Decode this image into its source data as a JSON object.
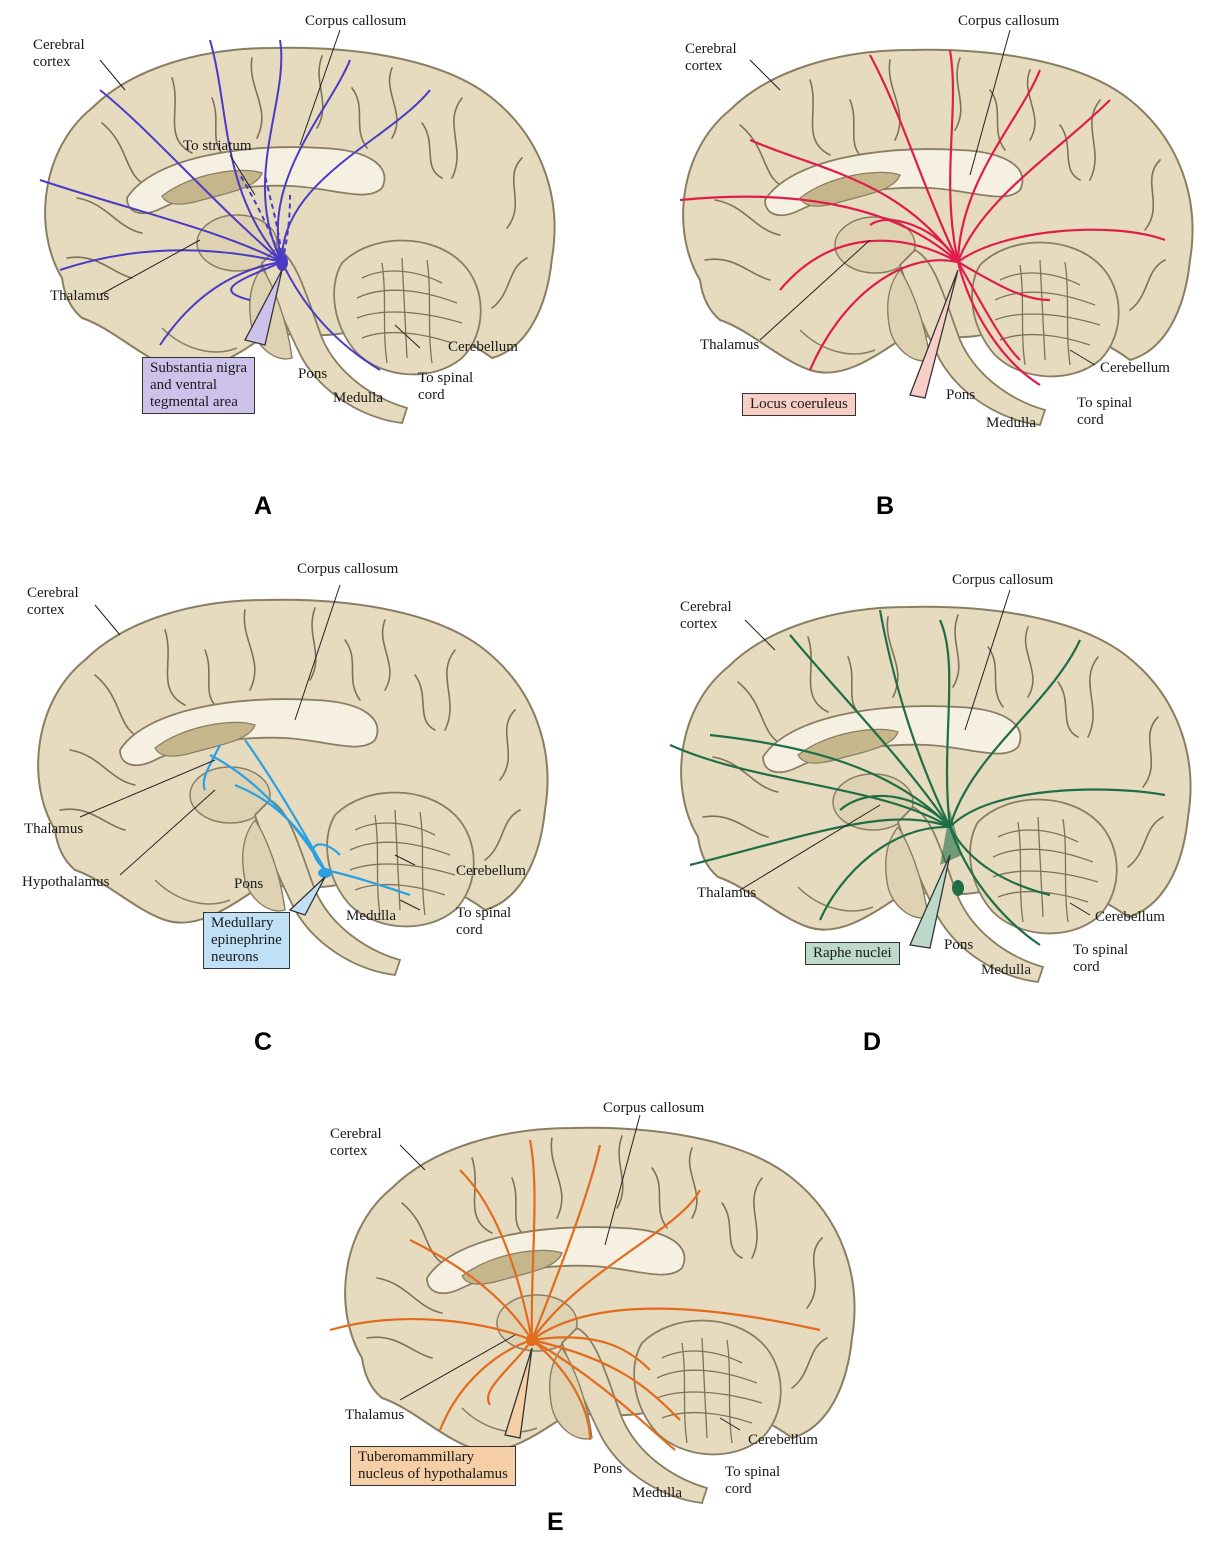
{
  "colors": {
    "brain_fill": "#e6dbbf",
    "brain_outline": "#8a7e62",
    "sulcus": "#7d7257",
    "ventricle": "#c5b68b",
    "panel_a": "#4b3bc4",
    "panel_b": "#e01d4a",
    "panel_c": "#2a9fe2",
    "panel_d": "#1f6e46",
    "panel_e": "#e26b1e",
    "box_a": "#cdc2ea",
    "box_b": "#f7cfc7",
    "box_c": "#bfe0f5",
    "box_d": "#bcd9c9",
    "box_e": "#f6cfa6"
  },
  "panels": [
    {
      "letter": "A",
      "labels": {
        "corpus_callosum": "Corpus callosum",
        "cerebral_cortex": "Cerebral\ncortex",
        "to_striatum": "To striatum",
        "thalamus": "Thalamus",
        "cerebellum": "Cerebellum",
        "pons": "Pons",
        "medulla": "Medulla",
        "to_spinal_cord": "To spinal\ncord"
      },
      "source_box": "Substantia nigra\nand ventral\ntegmental area"
    },
    {
      "letter": "B",
      "labels": {
        "corpus_callosum": "Corpus callosum",
        "cerebral_cortex": "Cerebral\ncortex",
        "thalamus": "Thalamus",
        "cerebellum": "Cerebellum",
        "pons": "Pons",
        "medulla": "Medulla",
        "to_spinal_cord": "To spinal\ncord"
      },
      "source_box": "Locus coeruleus"
    },
    {
      "letter": "C",
      "labels": {
        "corpus_callosum": "Corpus callosum",
        "cerebral_cortex": "Cerebral\ncortex",
        "thalamus": "Thalamus",
        "hypothalamus": "Hypothalamus",
        "cerebellum": "Cerebellum",
        "pons": "Pons",
        "medulla": "Medulla",
        "to_spinal_cord": "To spinal\ncord"
      },
      "source_box": "Medullary\nepinephrine\nneurons"
    },
    {
      "letter": "D",
      "labels": {
        "corpus_callosum": "Corpus callosum",
        "cerebral_cortex": "Cerebral\ncortex",
        "thalamus": "Thalamus",
        "cerebellum": "Cerebellum",
        "pons": "Pons",
        "medulla": "Medulla",
        "to_spinal_cord": "To spinal\ncord"
      },
      "source_box": "Raphe nuclei"
    },
    {
      "letter": "E",
      "labels": {
        "corpus_callosum": "Corpus callosum",
        "cerebral_cortex": "Cerebral\ncortex",
        "thalamus": "Thalamus",
        "cerebellum": "Cerebellum",
        "pons": "Pons",
        "medulla": "Medulla",
        "to_spinal_cord": "To spinal\ncord"
      },
      "source_box": "Tuberomammillary\nnucleus of hypothalamus"
    }
  ]
}
